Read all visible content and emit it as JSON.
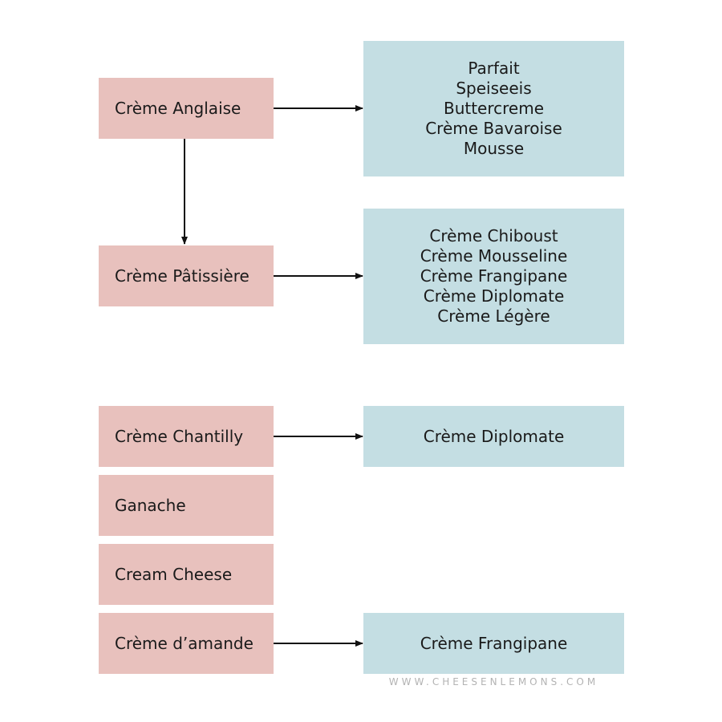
{
  "nodes": {
    "anglaise": "Crème Anglaise",
    "patissiere": "Crème Pâtissière",
    "chantilly": "Crème Chantilly",
    "ganache": "Ganache",
    "cream_cheese": "Cream Cheese",
    "amande": "Crème d’amande"
  },
  "derivatives": {
    "anglaise": [
      "Parfait",
      "Speiseeis",
      "Buttercreme",
      "Crème Bavaroise",
      "Mousse"
    ],
    "patissiere": [
      "Crème Chiboust",
      "Crème Mousseline",
      "Crème Frangipane",
      "Crème Diplomate",
      "Crème Légère"
    ],
    "chantilly": [
      "Crème Diplomate"
    ],
    "amande": [
      "Crème Frangipane"
    ]
  },
  "edges": [
    {
      "from": "Crème Anglaise",
      "to": "Crème Pâtissière"
    },
    {
      "from": "Crème Anglaise",
      "to": "derivatives.anglaise"
    },
    {
      "from": "Crème Pâtissière",
      "to": "derivatives.patissiere"
    },
    {
      "from": "Crème Chantilly",
      "to": "derivatives.chantilly"
    },
    {
      "from": "Crème d’amande",
      "to": "derivatives.amande"
    }
  ],
  "watermark": "WWW.CHEESENLEMONS.COM",
  "colors": {
    "base_box": "#e8c1bd",
    "derivative_box": "#c4dee3",
    "arrow": "#111111",
    "text": "#1a1a1a",
    "watermark": "#b3b3b3"
  }
}
